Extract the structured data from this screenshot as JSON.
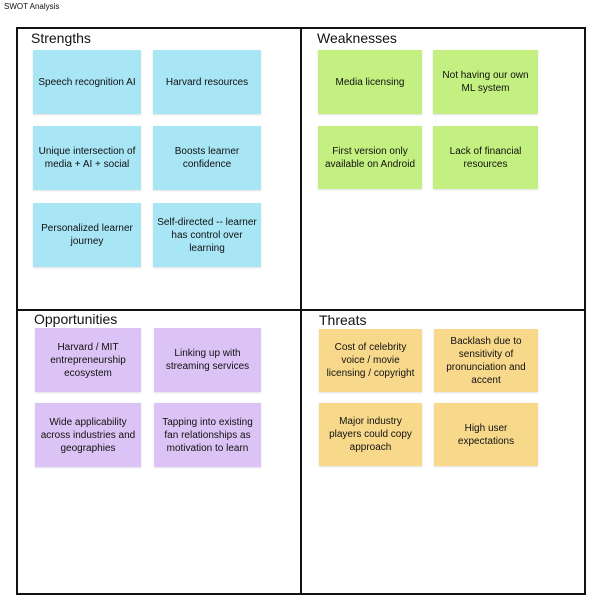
{
  "document": {
    "title": "SWOT Analysis"
  },
  "colors": {
    "strengths": "#a8e5f5",
    "weaknesses": "#c3f080",
    "opportunities": "#dcc3f5",
    "threats": "#f8d98c",
    "border": "#111111"
  },
  "strengths": {
    "title": "Strengths",
    "notes": [
      "Speech recognition AI",
      "Harvard resources",
      "Unique intersection of media + AI + social",
      "Boosts learner confidence",
      "Personalized learner journey",
      "Self-directed -- learner has control over learning"
    ]
  },
  "weaknesses": {
    "title": "Weaknesses",
    "notes": [
      "Media licensing",
      "Not having our own ML system",
      "First version only available on Android",
      "Lack of financial resources"
    ]
  },
  "opportunities": {
    "title": "Opportunities",
    "notes": [
      "Harvard / MIT entrepreneurship ecosystem",
      "Linking up with streaming services",
      "Wide applicability across industries and geographies",
      "Tapping into existing fan relationships as motivation to learn"
    ]
  },
  "threats": {
    "title": "Threats",
    "notes": [
      "Cost of celebrity voice / movie licensing / copyright",
      "Backlash due to sensitivity of pronunciation and accent",
      "Major industry players could copy approach",
      "High user expectations"
    ]
  }
}
